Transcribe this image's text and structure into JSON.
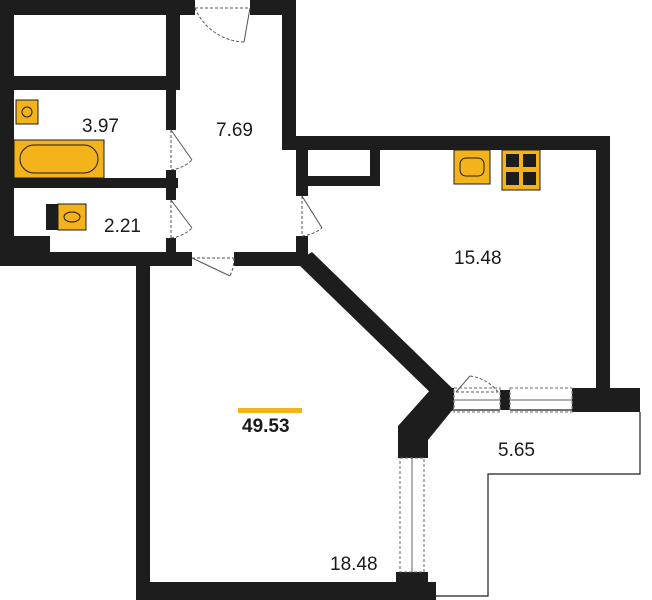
{
  "plan": {
    "total_area": "49.53",
    "accent_color": "#f4b31a",
    "wall_color": "#1d1d1d",
    "rooms": [
      {
        "id": "bathroom",
        "area": "3.97"
      },
      {
        "id": "hall",
        "area": "7.69"
      },
      {
        "id": "toilet",
        "area": "2.21"
      },
      {
        "id": "kitchen",
        "area": "15.48"
      },
      {
        "id": "balcony",
        "area": "5.65"
      },
      {
        "id": "living-room",
        "area": "18.48"
      }
    ],
    "fixtures": [
      "washbasin-icon",
      "bathtub-icon",
      "toilet-icon",
      "kitchen-sink-icon",
      "stove-icon"
    ]
  }
}
